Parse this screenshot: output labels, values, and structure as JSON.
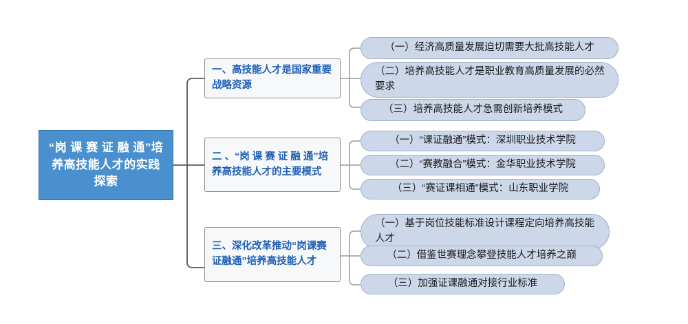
{
  "diagram": {
    "type": "mind-map",
    "orientation": "left-to-right",
    "background_color": "#ffffff",
    "root": {
      "label": "“岗 课 赛 证 融 通”培养高技能人才的实践探索",
      "fill_color": "#4a90ce",
      "text_color": "#ffffff",
      "border_color": "#2f6fa8"
    },
    "branch_style": {
      "fill_color": "#f7f8fa",
      "text_color": "#1f5fb4",
      "border_color": "#8a8a8a"
    },
    "leaf_style": {
      "fill_color": "#ccd8ea",
      "text_color": "#1a1a1a",
      "border_color": "#9fb0c9"
    },
    "connector_color_primary": "#5a5a5a",
    "connector_color_secondary": "#9a9a9a",
    "branches": [
      {
        "label": "一、高技能人才是国家重要战略资源",
        "leaves": [
          "（一）经济高质量发展迫切需要大批高技能人才",
          "（二）培养高技能人才是职业教育高质量发展的必然要求",
          "（三）培养高技能人才急需创新培养模式"
        ]
      },
      {
        "label": "二 、“岗 课 赛 证 融 通”培养高技能人才的主要模式",
        "leaves": [
          "（一）“课证融通”模式：深圳职业技术学院",
          "（二）“赛教融合”模式：金华职业技术学院",
          "（三）“赛证课相通”模式：山东职业学院"
        ]
      },
      {
        "label": "三、深化改革推动“岗课赛证融通”培养高技能人才",
        "leaves": [
          "（一）基于岗位技能标准设计课程定向培养高技能人才",
          "（二）借鉴世赛理念攀登技能人才培养之巅",
          "（三）加强证课融通对接行业标准"
        ]
      }
    ]
  }
}
